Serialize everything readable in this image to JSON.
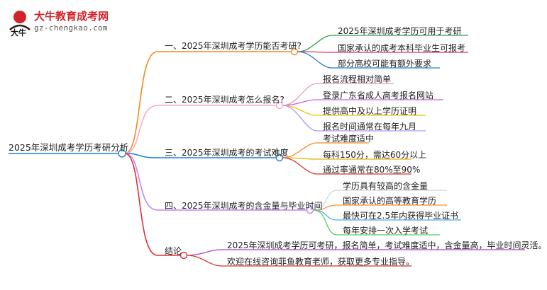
{
  "logo": {
    "brand": "大牛教育成考网",
    "site": "gz-chengkao.com",
    "mark_text": "大牛"
  },
  "root": "2025年深圳成考学历考研分析",
  "branches": [
    {
      "label": "一、2025年深圳成考学历能否考研?",
      "color": "#f08a24",
      "children": [
        {
          "label": "2025年深圳成考学历可用于考研",
          "color": "#2f9e44"
        },
        {
          "label": "国家承认的成考本科毕业生可报考",
          "color": "#d6336c"
        },
        {
          "label": "部分高校可能有额外要求",
          "color": "#1c7ed6"
        }
      ]
    },
    {
      "label": "二、2025年深圳成考怎么报名?",
      "color": "#f7a8c8",
      "children": [
        {
          "label": "报名流程相对简单",
          "color": "#e599c2"
        },
        {
          "label": "登录广东省成人高考报名网站",
          "color": "#cc5de8"
        },
        {
          "label": "提供高中及以上学历证明",
          "color": "#f2c200"
        },
        {
          "label": "报名时间通常在每年九月",
          "color": "#b197fc"
        }
      ]
    },
    {
      "label": "三、2025年深圳成考的考试难度",
      "color": "#1c7ed6",
      "children": [
        {
          "label": "考试难度适中",
          "color": "#f08a24"
        },
        {
          "label": "每科150分，需达60分以上",
          "color": "#e8b500"
        },
        {
          "label": "通过率通常在80%至90%",
          "color": "#e03131"
        }
      ]
    },
    {
      "label": "四、2025年深圳成考的含金量与毕业时间",
      "color": "#c084fc",
      "children": [
        {
          "label": "学历具有较高的含金量",
          "color": "#ced4da"
        },
        {
          "label": "国家承认的高等教育学历",
          "color": "#ff922b"
        },
        {
          "label": "最快可在2.5年内获得毕业证书",
          "color": "#4dabf7"
        },
        {
          "label": "每年安排一次入学考试",
          "color": "#51cf66"
        }
      ]
    },
    {
      "label": "结论",
      "color": "#e03131",
      "children": [
        {
          "label": "2025年深圳成考学历可考研，报名简单，考试难度适中，含金量高，毕业时间灵活。",
          "color": "#ae3ec9"
        },
        {
          "label": "欢迎在线咨询菲鱼教育老师，获取更多专业指导。",
          "color": "#e03131"
        }
      ]
    }
  ]
}
